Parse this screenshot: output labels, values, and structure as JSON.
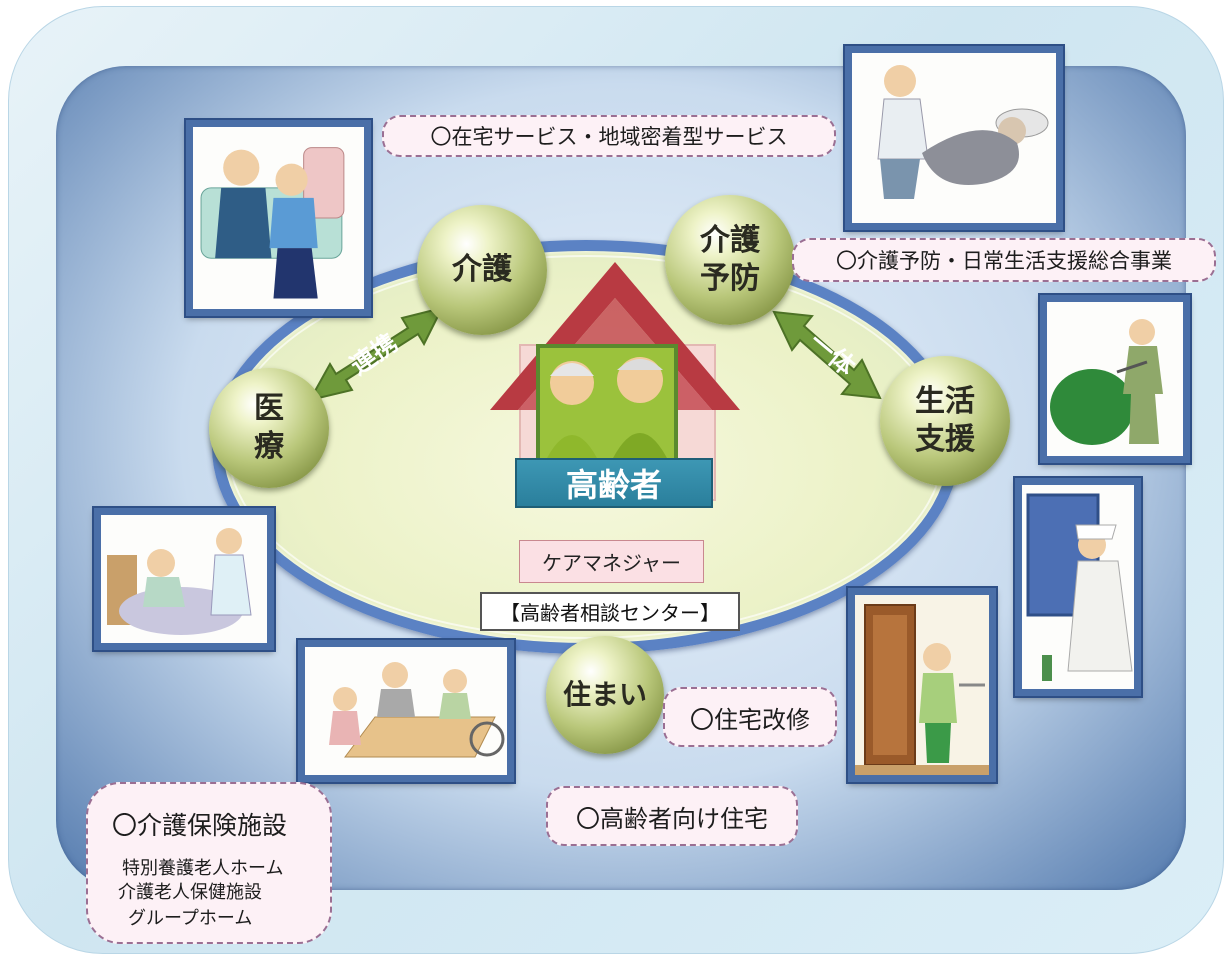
{
  "center": {
    "house_label": "高齢者",
    "care_manager": "ケアマネジャー",
    "consult_center": "【高齢者相談センター】"
  },
  "nodes": {
    "kaigo": "介護",
    "yobo": "介護\n予防",
    "iryo": "医\n療",
    "seikatsu": "生活\n支援",
    "sumai": "住まい"
  },
  "arrows": {
    "left": "連携",
    "right": "一体"
  },
  "labels": {
    "zaitaku": "〇在宅サービス・地域密着型サービス",
    "yobo_sogo": "〇介護予防・日常生活支援総合事業",
    "jutaku_kaishu": "〇住宅改修",
    "koreisha_jutaku": "〇高齢者向け住宅"
  },
  "facilities": {
    "title": "〇介護保険施設",
    "items": [
      "特別養護老人ホーム",
      "介護老人保健施設",
      "グループホーム"
    ]
  },
  "colors": {
    "ring": "#5b82c4",
    "frame": "#4a6fa8",
    "arrow": "#6f9a3b",
    "house_roof": "#b83a42",
    "label_bg": "#2a7f9c"
  }
}
